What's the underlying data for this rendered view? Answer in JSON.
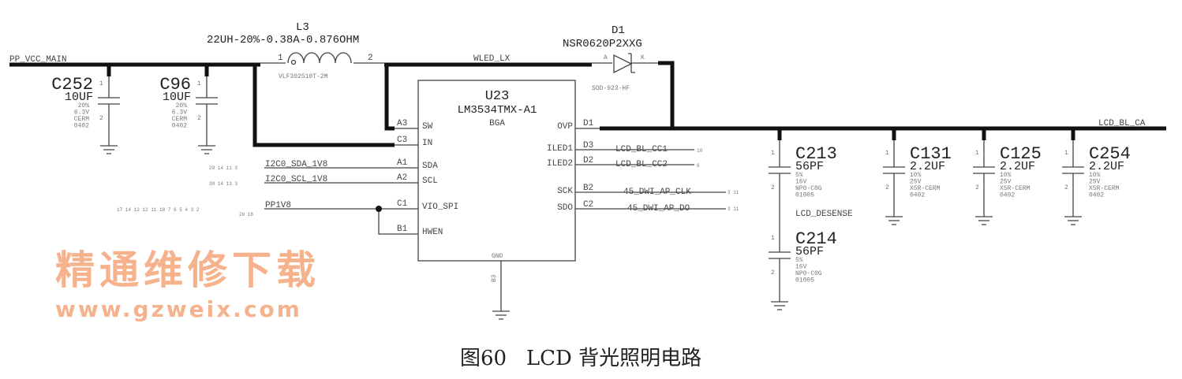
{
  "nets": {
    "pp_vcc_main": "PP_VCC_MAIN",
    "wled_lx": "WLED_LX",
    "lcd_bl_ca": "LCD_BL_CA",
    "i2c_sda": "I2C0_SDA_1V8",
    "i2c_scl": "I2C0_SCL_1V8",
    "pp1v8": "PP1V8",
    "lcd_bl_cc1": "LCD_BL_CC1",
    "lcd_bl_cc2": "LCD_BL_CC2",
    "dwi_clk": "45_DWI_AP_CLK",
    "dwi_do": "45_DWI_AP_DO",
    "lcd_desense": "LCD_DESENSE"
  },
  "net_refs": {
    "sda": "20 14 11 3",
    "scl": "30 14 13 3",
    "pp1v8_a": "17 14 12 12 11 10 7 6 5 4 3 2",
    "pp1v8_b": "20 18",
    "cc1": "10",
    "cc2": "6",
    "clk": "3 11",
    "do": "3 11"
  },
  "inductor": {
    "ref": "L3",
    "value": "22UH-20%-0.38A-0.876OHM",
    "part": "VLF302510T-2M",
    "pin1": "1",
    "pin2": "2"
  },
  "diode": {
    "ref": "D1",
    "part": "NSR0620P2XXG",
    "package": "SOD-923-HF",
    "anode": "A",
    "cathode": "K"
  },
  "ic": {
    "ref": "U23",
    "part": "LM3534TMX-A1",
    "package": "BGA",
    "left_pins": [
      {
        "num": "A3",
        "name": "SW"
      },
      {
        "num": "C3",
        "name": "IN"
      },
      {
        "num": "A1",
        "name": "SDA"
      },
      {
        "num": "A2",
        "name": "SCL"
      },
      {
        "num": "C1",
        "name": "VIO_SPI"
      },
      {
        "num": "B1",
        "name": "HWEN"
      }
    ],
    "right_pins": [
      {
        "num": "D1",
        "name": "OVP"
      },
      {
        "num": "D3",
        "name": "ILED1"
      },
      {
        "num": "D2",
        "name": "ILED2"
      },
      {
        "num": "B2",
        "name": "SCK"
      },
      {
        "num": "C2",
        "name": "SDO"
      }
    ],
    "gnd_pin": {
      "num": "B3",
      "name": "GND"
    }
  },
  "capacitors": [
    {
      "ref": "C252",
      "value": "10UF",
      "tol": "20%",
      "volt": "6.3V",
      "type": "CERM",
      "size": "0402"
    },
    {
      "ref": "C96",
      "value": "10UF",
      "tol": "20%",
      "volt": "6.3V",
      "type": "CERM",
      "size": "0402"
    },
    {
      "ref": "C213",
      "value": "56PF",
      "tol": "5%",
      "volt": "16V",
      "type": "NP0-C0G",
      "size": "01005"
    },
    {
      "ref": "C214",
      "value": "56PF",
      "tol": "5%",
      "volt": "16V",
      "type": "NP0-C0G",
      "size": "01005"
    },
    {
      "ref": "C131",
      "value": "2.2UF",
      "tol": "10%",
      "volt": "25V",
      "type": "X5R-CERM",
      "size": "0402"
    },
    {
      "ref": "C125",
      "value": "2.2UF",
      "tol": "10%",
      "volt": "25V",
      "type": "X5R-CERM",
      "size": "0402"
    },
    {
      "ref": "C254",
      "value": "2.2UF",
      "tol": "10%",
      "volt": "25V",
      "type": "X5R-CERM",
      "size": "0402"
    }
  ],
  "cap_pins": {
    "p1": "1",
    "p2": "2"
  },
  "watermark": {
    "line1": "精通维修下载",
    "line2": "www.gzweix.com"
  },
  "caption": "图60   LCD 背光照明电路"
}
